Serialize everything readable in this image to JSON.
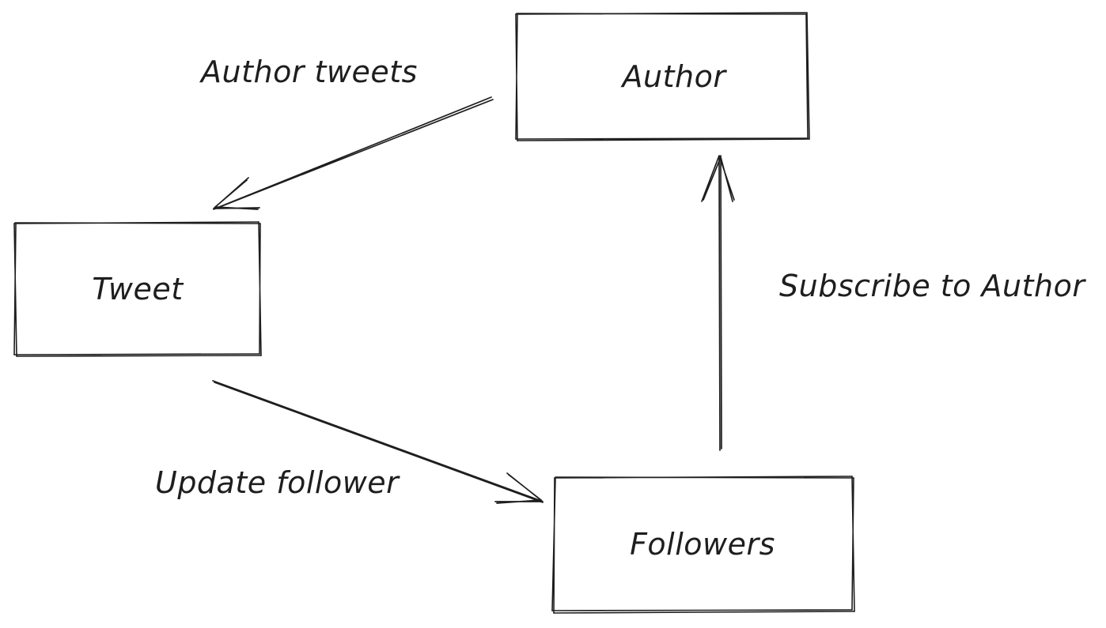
{
  "diagram": {
    "nodes": {
      "author": "Author",
      "tweet": "Tweet",
      "followers": "Followers"
    },
    "edges": {
      "author_to_tweet": "Author tweets",
      "tweet_to_followers": "Update follower",
      "followers_to_author": "Subscribe to Author"
    },
    "colors": {
      "ink": "#1e1e1e",
      "background": "#ffffff"
    }
  }
}
